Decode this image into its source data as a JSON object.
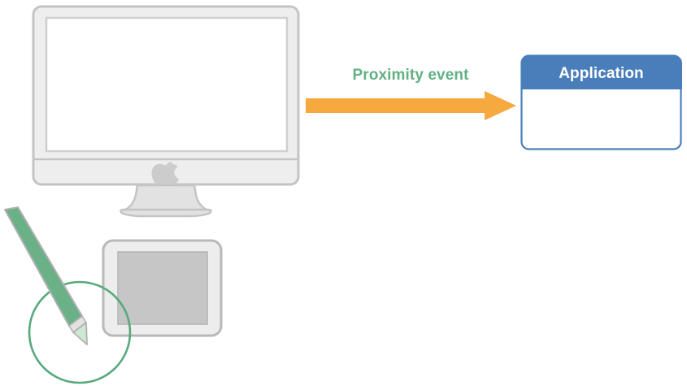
{
  "diagram": {
    "title_text": "Proximity event",
    "background_color": "#ffffff",
    "nodes": {
      "display": {
        "name": "iMac display",
        "logo": "apple-logo",
        "frame_color": "#c9c9c9",
        "body_color": "#e8e8e8",
        "screen_color": "#ffffff"
      },
      "tablet": {
        "name": "Graphics tablet",
        "body_color": "#ededed",
        "active_area_color": "#c6c6c6",
        "border_color": "#b4b4b4"
      },
      "stylus": {
        "name": "Stylus pen",
        "body_color": "#6ab187",
        "tip_color": "#cfe8d5",
        "outline_color": "#b0b0b0"
      },
      "proximity_circle": {
        "name": "Proximity radius",
        "stroke_color": "#57a97c"
      },
      "application": {
        "header_label": "Application",
        "header_color": "#4a7ebb",
        "border_color": "#4a7ebb",
        "body_color": "#ffffff"
      }
    },
    "edges": [
      {
        "label": "Proximity event",
        "from": "stylus",
        "to": "application",
        "color": "#f5a93f",
        "label_color": "#62b184",
        "direction": "right"
      }
    ]
  }
}
